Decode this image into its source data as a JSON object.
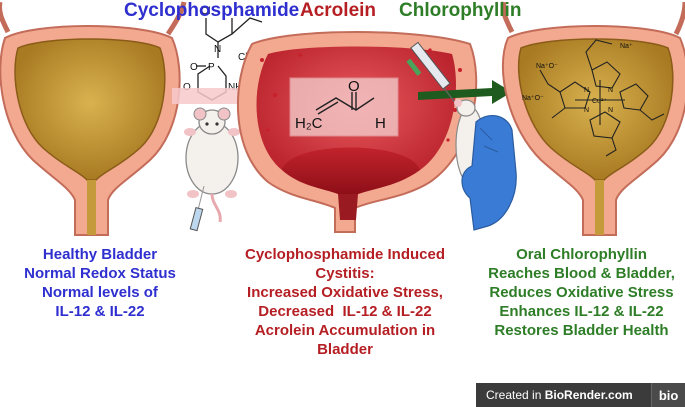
{
  "titles": {
    "left": "Cyclophosphamide",
    "middle": "Acrolein",
    "right": "Chlorophyllin"
  },
  "captions": {
    "left": [
      "Healthy Bladder",
      "Normal Redox Status",
      "Normal levels of",
      "IL-12 & IL-22"
    ],
    "middle": [
      "Cyclophosphamide Induced",
      "Cystitis:",
      "Increased Oxidative Stress,",
      "Decreased  IL-12 & IL-22",
      "Acrolein Accumulation in",
      "Bladder"
    ],
    "right": [
      "Oral Chlorophyllin",
      "Reaches Blood & Bladder,",
      "Reduces Oxidative Stress",
      "Enhances IL-12 & IL-22",
      "Restores Bladder Health"
    ]
  },
  "structure_labels": {
    "cyclophosphamide": [
      "Cl",
      "Cl",
      "N",
      "O",
      "P",
      "O",
      "NH"
    ],
    "acrolein": [
      "H₂C",
      "O",
      "H"
    ],
    "chlorophyllin": [
      "Na⁺",
      "Na⁺O⁻",
      "Na⁺O⁻",
      "N",
      "N",
      "N",
      "N",
      "Cu²⁺"
    ]
  },
  "watermark": {
    "prefix": "Created in ",
    "brand": "BioRender.com",
    "logo": "bio"
  },
  "colors": {
    "blue": "#2f2fd0",
    "red": "#b51f24",
    "green": "#2e7d27",
    "bladder_wall": "#f2a98f",
    "bladder_healthy_lumen": "#c49a3a",
    "bladder_inflamed": "#d83a3f"
  },
  "icons": [
    "bladder-healthy-icon",
    "bladder-inflamed-icon",
    "bladder-restored-icon",
    "mouse-icon",
    "syringe-icon",
    "gloved-hand-icon",
    "arrow-icon"
  ]
}
